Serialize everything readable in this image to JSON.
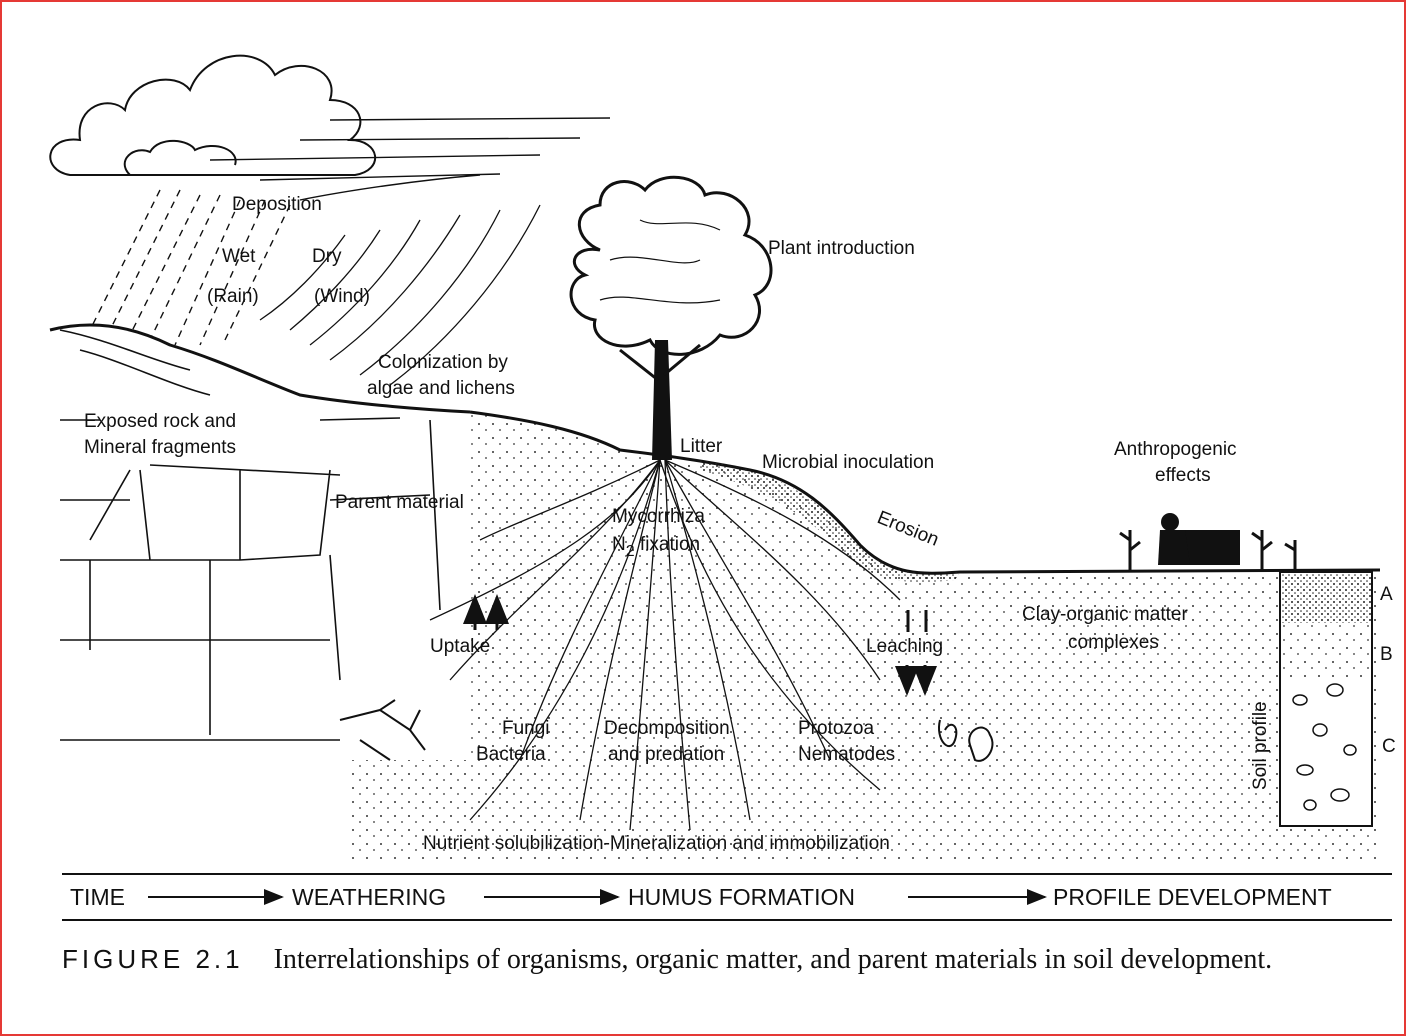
{
  "figure": {
    "number": "FIGURE 2.1",
    "caption": "Interrelationships of organisms, organic matter, and parent materials in soil development."
  },
  "labels": {
    "deposition": "Deposition",
    "wet": "Wet",
    "rain": "(Rain)",
    "dry": "Dry",
    "wind": "(Wind)",
    "plant_introduction": "Plant introduction",
    "colonization_1": "Colonization by",
    "colonization_2": "algae and lichens",
    "exposed_rock_1": "Exposed rock and",
    "exposed_rock_2": "Mineral fragments",
    "litter": "Litter",
    "microbial_inoculation": "Microbial inoculation",
    "anthropogenic_1": "Anthropogenic",
    "anthropogenic_2": "effects",
    "parent_material": "Parent material",
    "mycorrhiza": "Mycorrhiza",
    "n2_fixation_main": "N",
    "n2_fixation_sub": "2",
    "n2_fixation_rest": " fixation",
    "erosion": "Erosion",
    "uptake": "Uptake",
    "leaching": "Leaching",
    "clay_organic_1": "Clay-organic matter",
    "clay_organic_2": "complexes",
    "fungi": "Fungi",
    "bacteria": "Bacteria",
    "decomposition_1": "Decomposition",
    "decomposition_2": "and predation",
    "protozoa": "Protozoa",
    "nematodes": "Nematodes",
    "nutrient": "Nutrient solubilization-Mineralization and immobilization",
    "soil_profile": "Soil profile",
    "horizon_a": "A",
    "horizon_b": "B",
    "horizon_c": "C"
  },
  "timeline": [
    "TIME",
    "WEATHERING",
    "HUMUS FORMATION",
    "PROFILE DEVELOPMENT"
  ]
}
